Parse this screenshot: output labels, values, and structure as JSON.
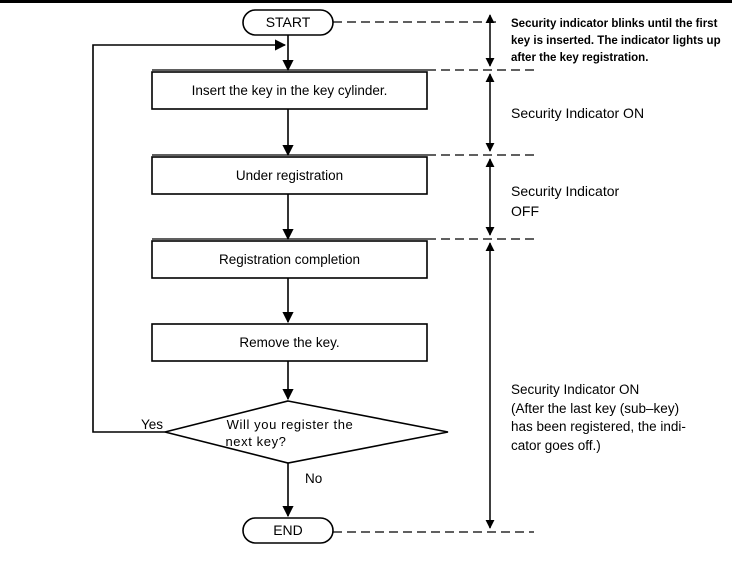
{
  "diagram": {
    "type": "flowchart",
    "title": "Key registration procedure flowchart",
    "orientation": "top-to-bottom",
    "colors": {
      "stroke": "#000000",
      "background": "#ffffff",
      "text": "#000000"
    },
    "nodes": [
      {
        "id": "start",
        "shape": "terminator",
        "label": "START"
      },
      {
        "id": "step1",
        "shape": "process",
        "label": "Insert the key in the key cylinder."
      },
      {
        "id": "step2",
        "shape": "process",
        "label": "Under registration"
      },
      {
        "id": "step3",
        "shape": "process",
        "label": "Registration completion"
      },
      {
        "id": "step4",
        "shape": "process",
        "label": "Remove the key."
      },
      {
        "id": "decide",
        "shape": "decision",
        "label_line1": "Will you register the",
        "label_line2": "next key?"
      },
      {
        "id": "end",
        "shape": "terminator",
        "label": "END"
      }
    ],
    "edge_labels": {
      "yes": "Yes",
      "no": "No"
    }
  },
  "annotations": [
    {
      "id": "indicator-blink",
      "text": "Security indicator blinks until the first key is inserted. The indicator lights up after the key registration."
    },
    {
      "id": "indicator-on-upper",
      "text": "Security Indicator ON"
    },
    {
      "id": "indicator-off",
      "text": "Security    Indicator\nOFF"
    },
    {
      "id": "indicator-on-lower",
      "text": "Security Indicator ON\n(After the last key (sub–key)\nhas been registered, the indi-\ncator goes off.)"
    }
  ]
}
